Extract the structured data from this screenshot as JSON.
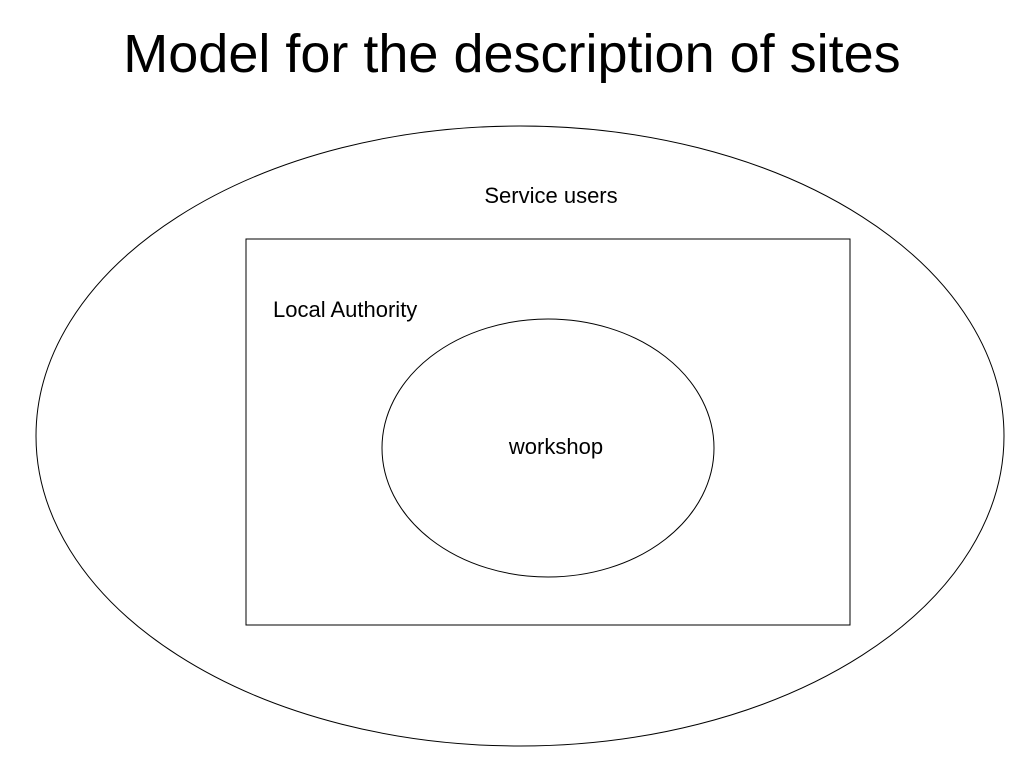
{
  "slide": {
    "title": "Model for the description of sites"
  },
  "diagram": {
    "outer_ellipse_label": "Service users",
    "rectangle_label": "Local Authority",
    "inner_ellipse_label": "workshop",
    "stroke_color": "#000000",
    "background_color": "#ffffff"
  }
}
